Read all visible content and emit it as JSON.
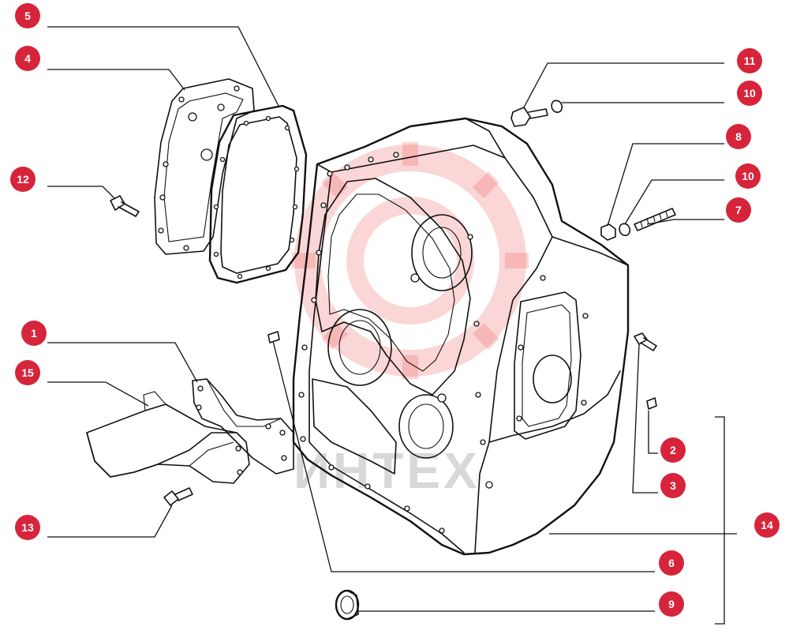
{
  "diagram": {
    "watermark": "ИНТЕХ",
    "callouts": [
      {
        "id": "5",
        "label": "5"
      },
      {
        "id": "4",
        "label": "4"
      },
      {
        "id": "12",
        "label": "12"
      },
      {
        "id": "1",
        "label": "1"
      },
      {
        "id": "15",
        "label": "15"
      },
      {
        "id": "13",
        "label": "13"
      },
      {
        "id": "11",
        "label": "11"
      },
      {
        "id": "10a",
        "label": "10"
      },
      {
        "id": "8",
        "label": "8"
      },
      {
        "id": "10b",
        "label": "10"
      },
      {
        "id": "7",
        "label": "7"
      },
      {
        "id": "2",
        "label": "2"
      },
      {
        "id": "3",
        "label": "3"
      },
      {
        "id": "14",
        "label": "14"
      },
      {
        "id": "6",
        "label": "6"
      },
      {
        "id": "9",
        "label": "9"
      }
    ],
    "accent_color": "#d6243b"
  }
}
